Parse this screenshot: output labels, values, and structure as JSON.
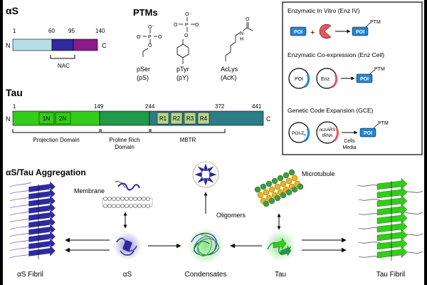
{
  "as_section": {
    "title": "αS",
    "n_label": "N",
    "c_label": "C",
    "positions": [
      "1",
      "60",
      "95",
      "140"
    ],
    "region_label": "NAC",
    "colors": {
      "n_term": "#b8dde6",
      "nac": "#2e2aa0",
      "c_term": "#8a1a8a"
    }
  },
  "ptms": {
    "title": "PTMs",
    "items": [
      {
        "line1": "pSer",
        "line2": "(pS)"
      },
      {
        "line1": "pTyr",
        "line2": "(pY)"
      },
      {
        "line1": "AcLys",
        "line2": "(AcK)"
      }
    ],
    "atoms": {
      "O": "O",
      "P": "P",
      "O_minus": "O⁻",
      "N_H": "N",
      "H": "H"
    }
  },
  "methods_box": {
    "panels": [
      {
        "title": "Enzymatic In Vitro (Enz IV)",
        "poi": "POI",
        "plus": "+",
        "product": "POI",
        "ptm": "PTM"
      },
      {
        "title": "Enzymatic Co-expression (Enz Cell)",
        "plasmid1": "POI",
        "plasmid2": "Enz",
        "product": "POI",
        "ptm": "PTM"
      },
      {
        "title": "Genetic Code Expansion (GCE)",
        "plasmid1": "POI-Z",
        "plasmid1_sub": "n",
        "plasmid2_line1": "ncAARS",
        "plasmid2_line2": "tRNA",
        "arrow_label1": "Cells",
        "arrow_label2": "Media",
        "product": "POI",
        "ptm": "PTM"
      }
    ],
    "colors": {
      "poi": "#1f86d6",
      "enzyme": "#e8545a"
    }
  },
  "tau_section": {
    "title": "Tau",
    "n_label": "N",
    "c_label": "C",
    "positions": [
      "1",
      "149",
      "244",
      "372",
      "441"
    ],
    "insert_labels": [
      "1N",
      "2N"
    ],
    "repeat_labels": [
      "R1",
      "R2",
      "R3",
      "R4"
    ],
    "domains": [
      "Projection Domain",
      "Proline Rich",
      "Domain",
      "MBTR"
    ],
    "colors": {
      "projection": "#33cc1a",
      "proline": "#1f9a4a",
      "mbtr": "#2c7d86",
      "repeat": "#b5d38a"
    }
  },
  "aggregation": {
    "title": "αS/Tau Aggregation",
    "labels": {
      "membrane": "Membrane",
      "oligomers": "Oligomers",
      "microtubule": "Microtubule",
      "as_fibril": "αS Fibril",
      "as": "αS",
      "condensates": "Condensates",
      "tau": "Tau",
      "tau_fibril": "Tau Fibril"
    }
  }
}
